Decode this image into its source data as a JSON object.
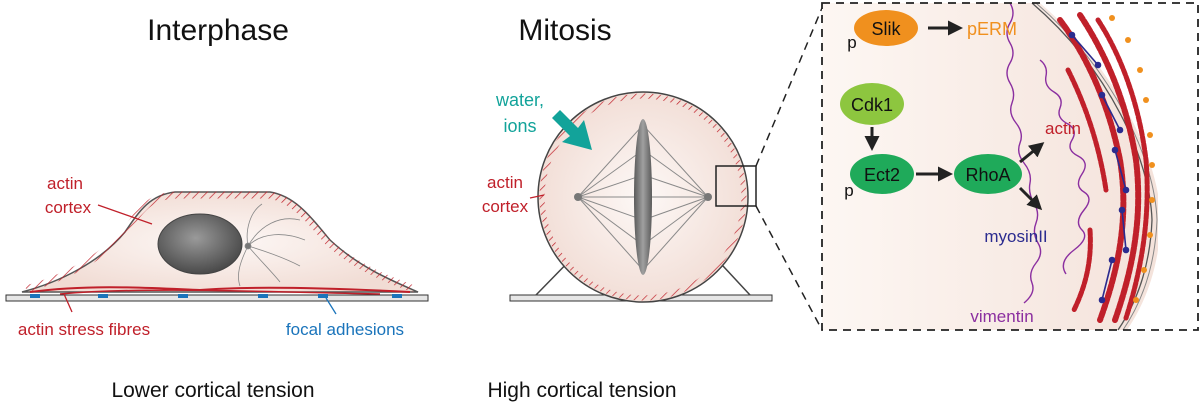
{
  "headings": {
    "interphase": "Interphase",
    "mitosis": "Mitosis"
  },
  "captions": {
    "interphase": "Lower cortical tension",
    "mitosis": "High cortical tension"
  },
  "interphase_labels": {
    "cortex_line1": "actin",
    "cortex_line2": "cortex",
    "stress_fibres": "actin stress fibres",
    "focal_adhesions": "focal adhesions"
  },
  "mitosis_labels": {
    "water_line1": "water,",
    "water_line2": "ions",
    "cortex_line1": "actin",
    "cortex_line2": "cortex"
  },
  "pathway": {
    "slik": "Slik",
    "slik_prefix": "p",
    "perm": "pERM",
    "cdk1": "Cdk1",
    "ect2": "Ect2",
    "ect2_prefix": "p",
    "rhoa": "RhoA",
    "actin": "actin",
    "myosin": "myosinII",
    "vimentin": "vimentin"
  },
  "colors": {
    "actin_red": "#c0202a",
    "focal_blue": "#1a74bb",
    "teal": "#12a39a",
    "orange": "#f0901e",
    "cdk1_green": "#8dc63f",
    "node_green": "#1faa5a",
    "myosin_blue": "#2b2b8f",
    "vimentin_purple": "#8b2fa0",
    "cell_fill": "#f6e6e0"
  }
}
